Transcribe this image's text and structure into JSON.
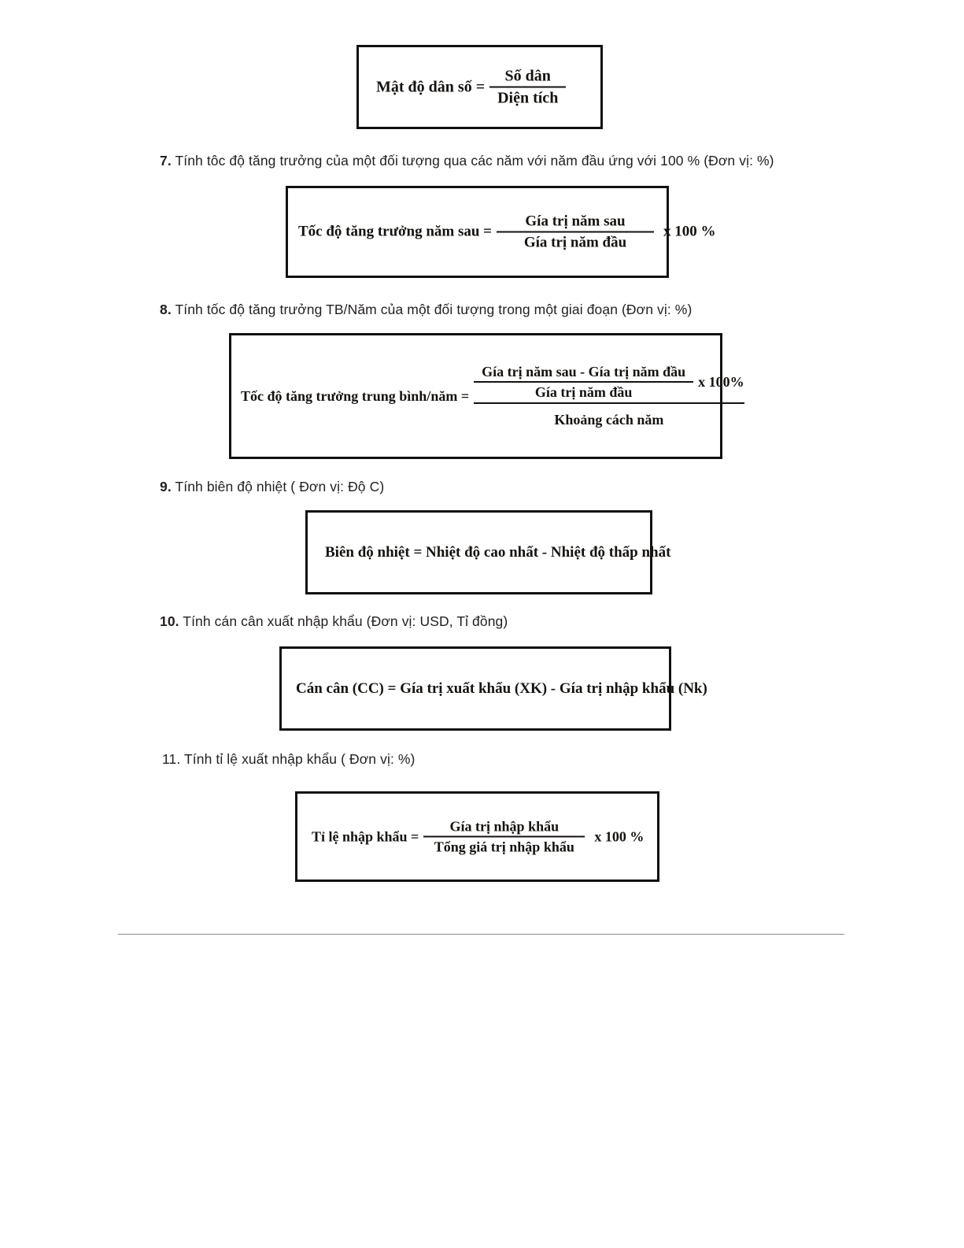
{
  "document": {
    "language": "vi",
    "title": "Cong thuc tinh Dia ly",
    "items": [
      {
        "number": "7.",
        "text": " Tính tôc độ tăng trưởng của một đối tượng qua các năm với năm đầu ứng với 100 % (Đơn vị: %)",
        "bold_number": true
      },
      {
        "number": "8.",
        "text": " Tính tốc độ tăng trưởng TB/Năm của một đối tượng trong một giai đoạn (Đơn vị: %)",
        "bold_number": true
      },
      {
        "number": "9.",
        "text": " Tính biên độ nhiệt ( Đơn vị: Độ C)",
        "bold_number": true
      },
      {
        "number": "10.",
        "text": " Tính cán cân xuất nhập khẩu (Đơn vị: USD, Tỉ đồng)",
        "bold_number": true
      },
      {
        "number": "11.",
        "text": " Tính tỉ lệ xuất nhập khẩu ( Đơn vị: %)",
        "bold_number": false
      }
    ],
    "formulas": {
      "density": {
        "lhs": "Mật độ dân số =",
        "numerator": "Số dân",
        "denominator": "Diện tích"
      },
      "growth_next_year": {
        "lhs": "Tốc độ tăng trưởng năm sau =",
        "numerator": "Gía trị năm sau",
        "denominator": "Gía trị năm đầu",
        "tail": "x 100 %"
      },
      "growth_average": {
        "lhs": "Tốc độ tăng trưởng trung bình/năm =",
        "inner_numerator": "Gía trị năm sau - Gía trị năm đầu",
        "inner_denominator": "Gía trị năm đầu",
        "inner_tail": "x 100%",
        "outer_denominator": "Khoảng cách năm"
      },
      "temperature_range": {
        "text": "Biên độ nhiệt = Nhiệt độ cao nhất - Nhiệt độ thấp nhất"
      },
      "trade_balance": {
        "text": "Cán cân  (CC) = Gía trị xuất khẩu (XK) - Gía trị nhập khẩu (Nk)"
      },
      "import_ratio": {
        "lhs": "Tỉ lệ nhập khẩu =",
        "numerator": "Gía trị nhập khẩu",
        "denominator": "Tổng giá trị nhập khẩu",
        "tail": "x 100 %"
      }
    }
  }
}
